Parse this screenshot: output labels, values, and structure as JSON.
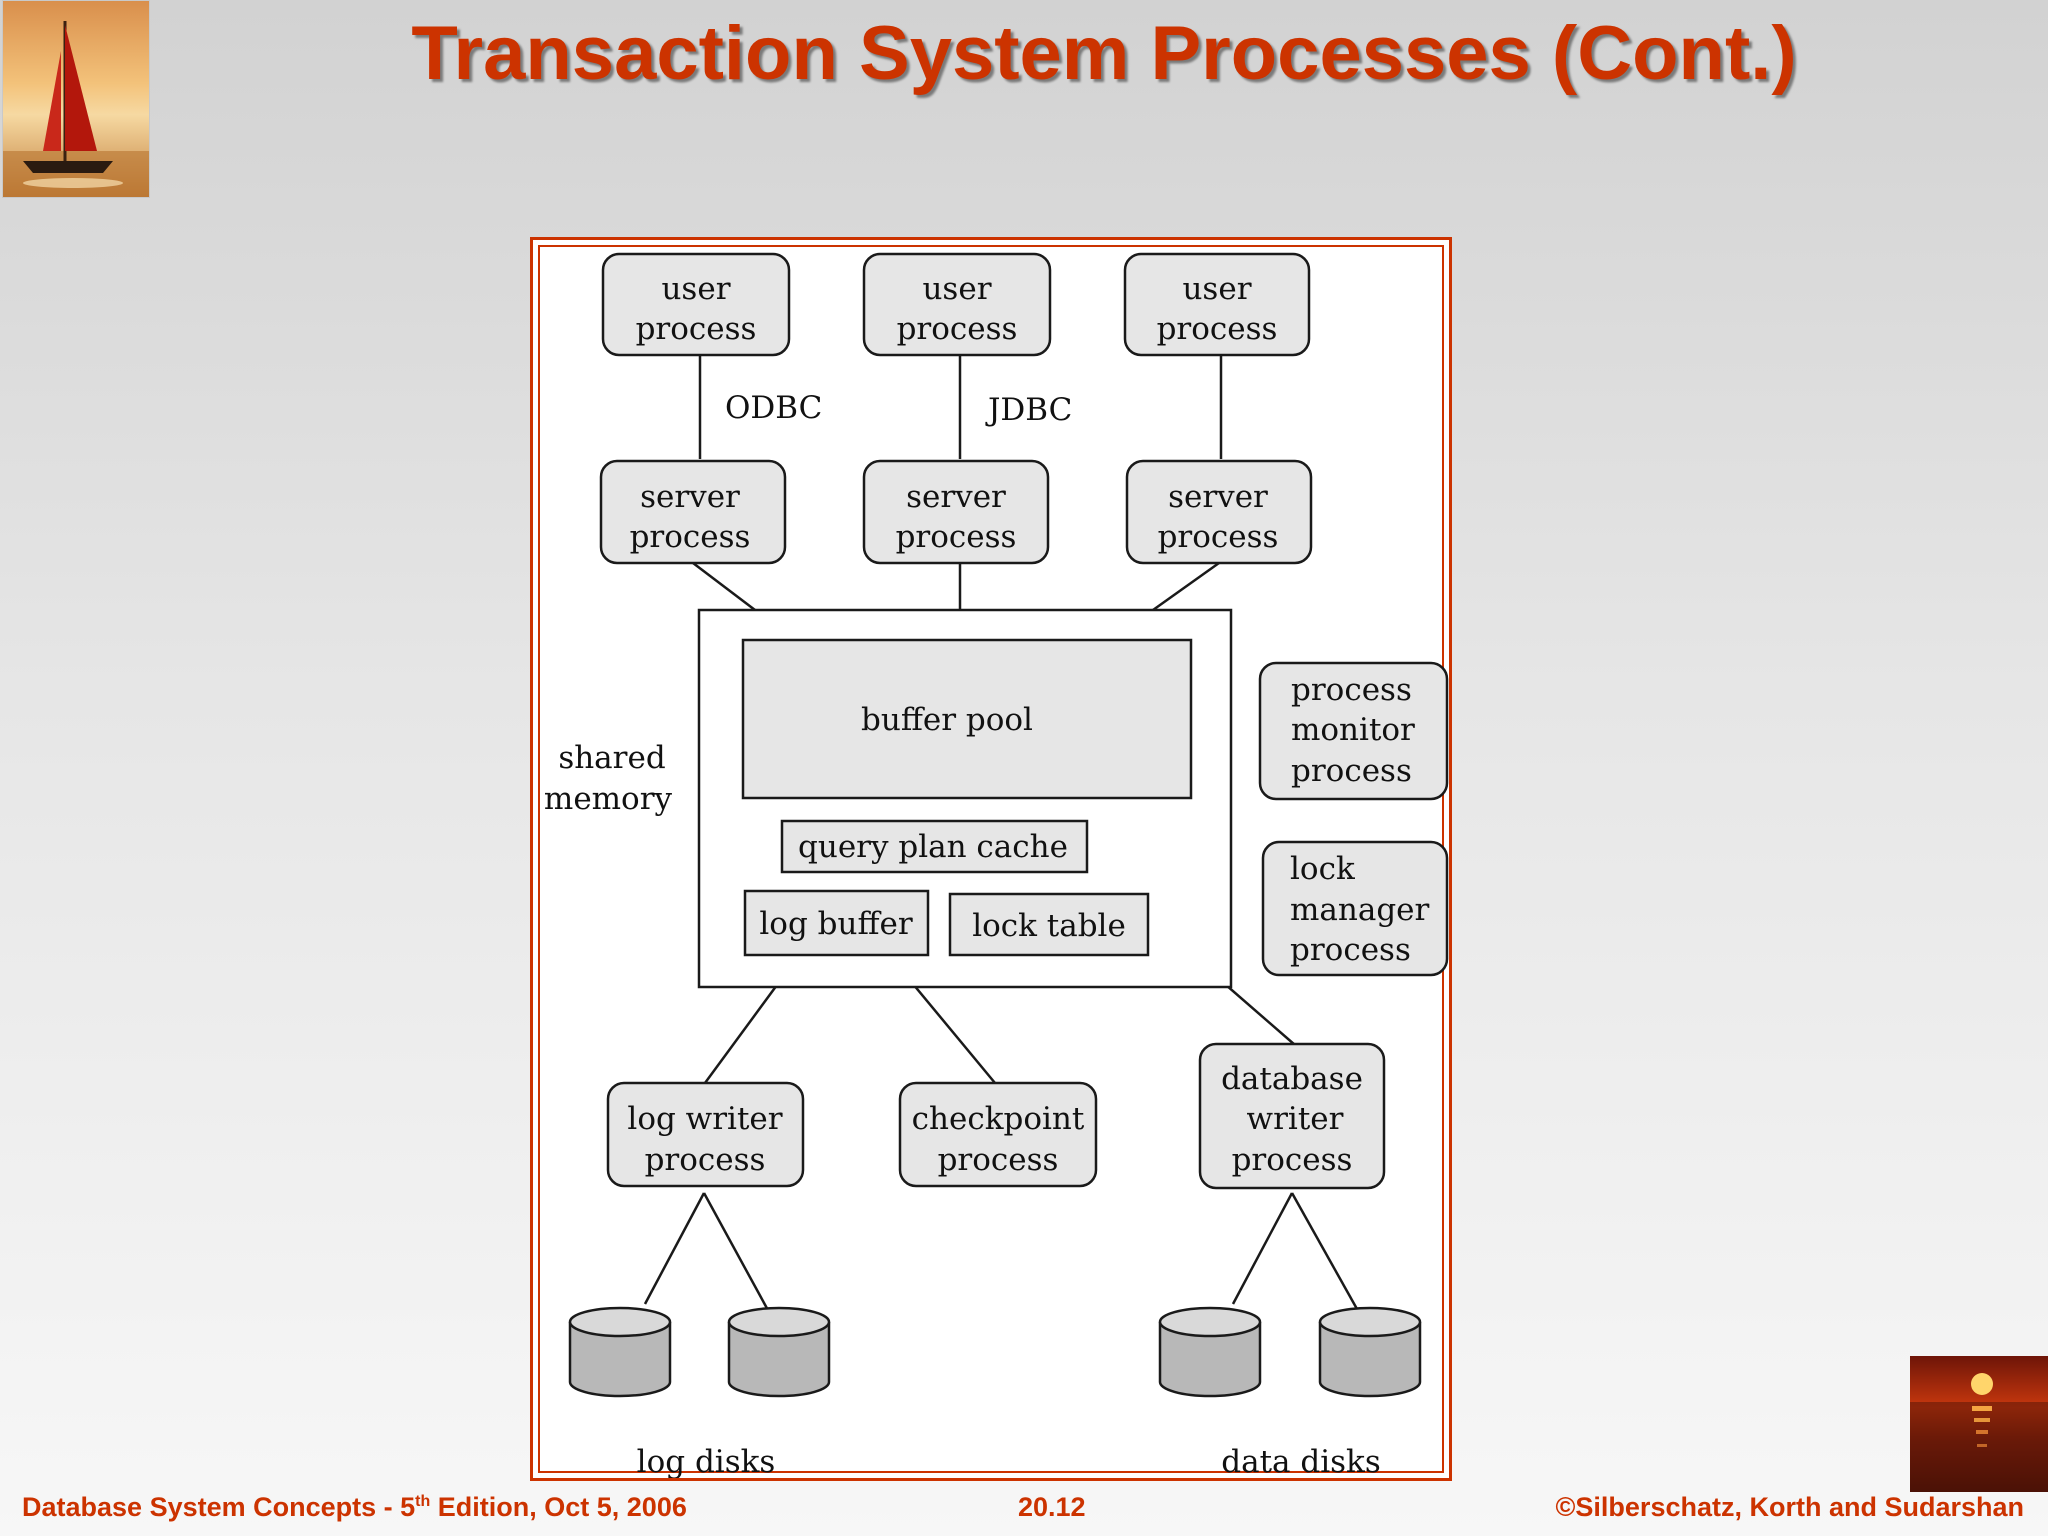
{
  "slide": {
    "title": "Transaction System Processes (Cont.)"
  },
  "footer": {
    "left_prefix": "Database System Concepts - 5",
    "left_sup": "th",
    "left_suffix": " Edition, Oct 5, 2006",
    "center": "20.12",
    "right": "©Silberschatz, Korth and Sudarshan"
  },
  "diagram": {
    "user_processes": [
      {
        "line1": "user",
        "line2": "process"
      },
      {
        "line1": "user",
        "line2": "process"
      },
      {
        "line1": "user",
        "line2": "process"
      }
    ],
    "connectors": {
      "odbc": "ODBC",
      "jdbc": "JDBC"
    },
    "server_processes": [
      {
        "line1": "server",
        "line2": "process"
      },
      {
        "line1": "server",
        "line2": "process"
      },
      {
        "line1": "server",
        "line2": "process"
      }
    ],
    "shared_memory": {
      "line1": "shared",
      "line2": "memory",
      "buffer_pool": "buffer pool",
      "query_plan_cache": "query plan cache",
      "log_buffer": "log buffer",
      "lock_table": "lock table"
    },
    "process_monitor": {
      "line1": "process",
      "line2": "monitor",
      "line3": "process"
    },
    "lock_manager": {
      "line1": "lock",
      "line2": "manager",
      "line3": "process"
    },
    "log_writer": {
      "line1": "log writer",
      "line2": "process"
    },
    "checkpoint": {
      "line1": "checkpoint",
      "line2": "process"
    },
    "database_writer": {
      "line1": "database",
      "line2": "writer",
      "line3": "process"
    },
    "log_disks": "log disks",
    "data_disks": "data disks"
  },
  "colors": {
    "accent": "#cc3300",
    "box_fill": "#e6e6e6",
    "stroke": "#1a1a1a"
  }
}
